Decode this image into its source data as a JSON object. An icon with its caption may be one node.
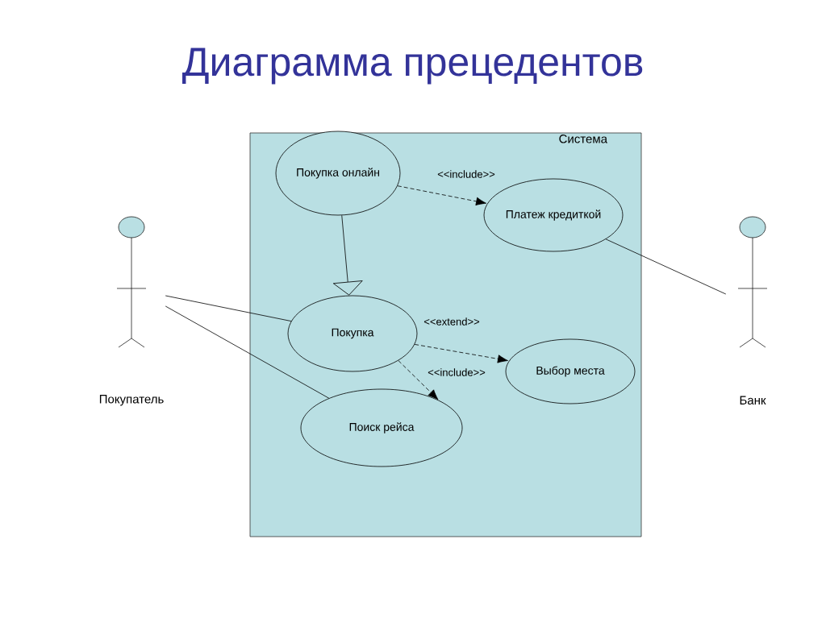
{
  "diagram": {
    "title": "Диаграмма прецедентов",
    "nodes": [
      {
        "text": [
          "Система"
        ]
      },
      {
        "text": [
          "Покупка онлайн"
        ],
        "in": 0
      },
      {
        "text": [
          "Платеж кредиткой"
        ],
        "in": 0
      },
      {
        "text": [
          "Покупка"
        ],
        "in": 0
      },
      {
        "text": [
          "Выбор места"
        ],
        "in": 0
      },
      {
        "text": [
          "Поиск рейса"
        ],
        "in": 0
      },
      {
        "text": [
          "Покупатель"
        ]
      },
      {
        "text": [
          "Банк"
        ]
      }
    ],
    "edges": [
      {
        "from": 1,
        "to": 2,
        "arrow": "to",
        "style": "dashed",
        "label": "<<include>>"
      },
      {
        "from": 1,
        "to": 3,
        "arrow": "to"
      },
      {
        "from": 3,
        "to": 4,
        "arrow": "to",
        "style": "dashed",
        "label": "<<extend>>"
      },
      {
        "from": 3,
        "to": 5,
        "arrow": "to",
        "style": "dashed",
        "label": "<<include>>"
      },
      {
        "from": 6,
        "to": 3,
        "arrow": "none"
      },
      {
        "from": 6,
        "to": 5,
        "arrow": "none"
      },
      {
        "from": 2,
        "to": 7,
        "arrow": "none"
      }
    ]
  }
}
